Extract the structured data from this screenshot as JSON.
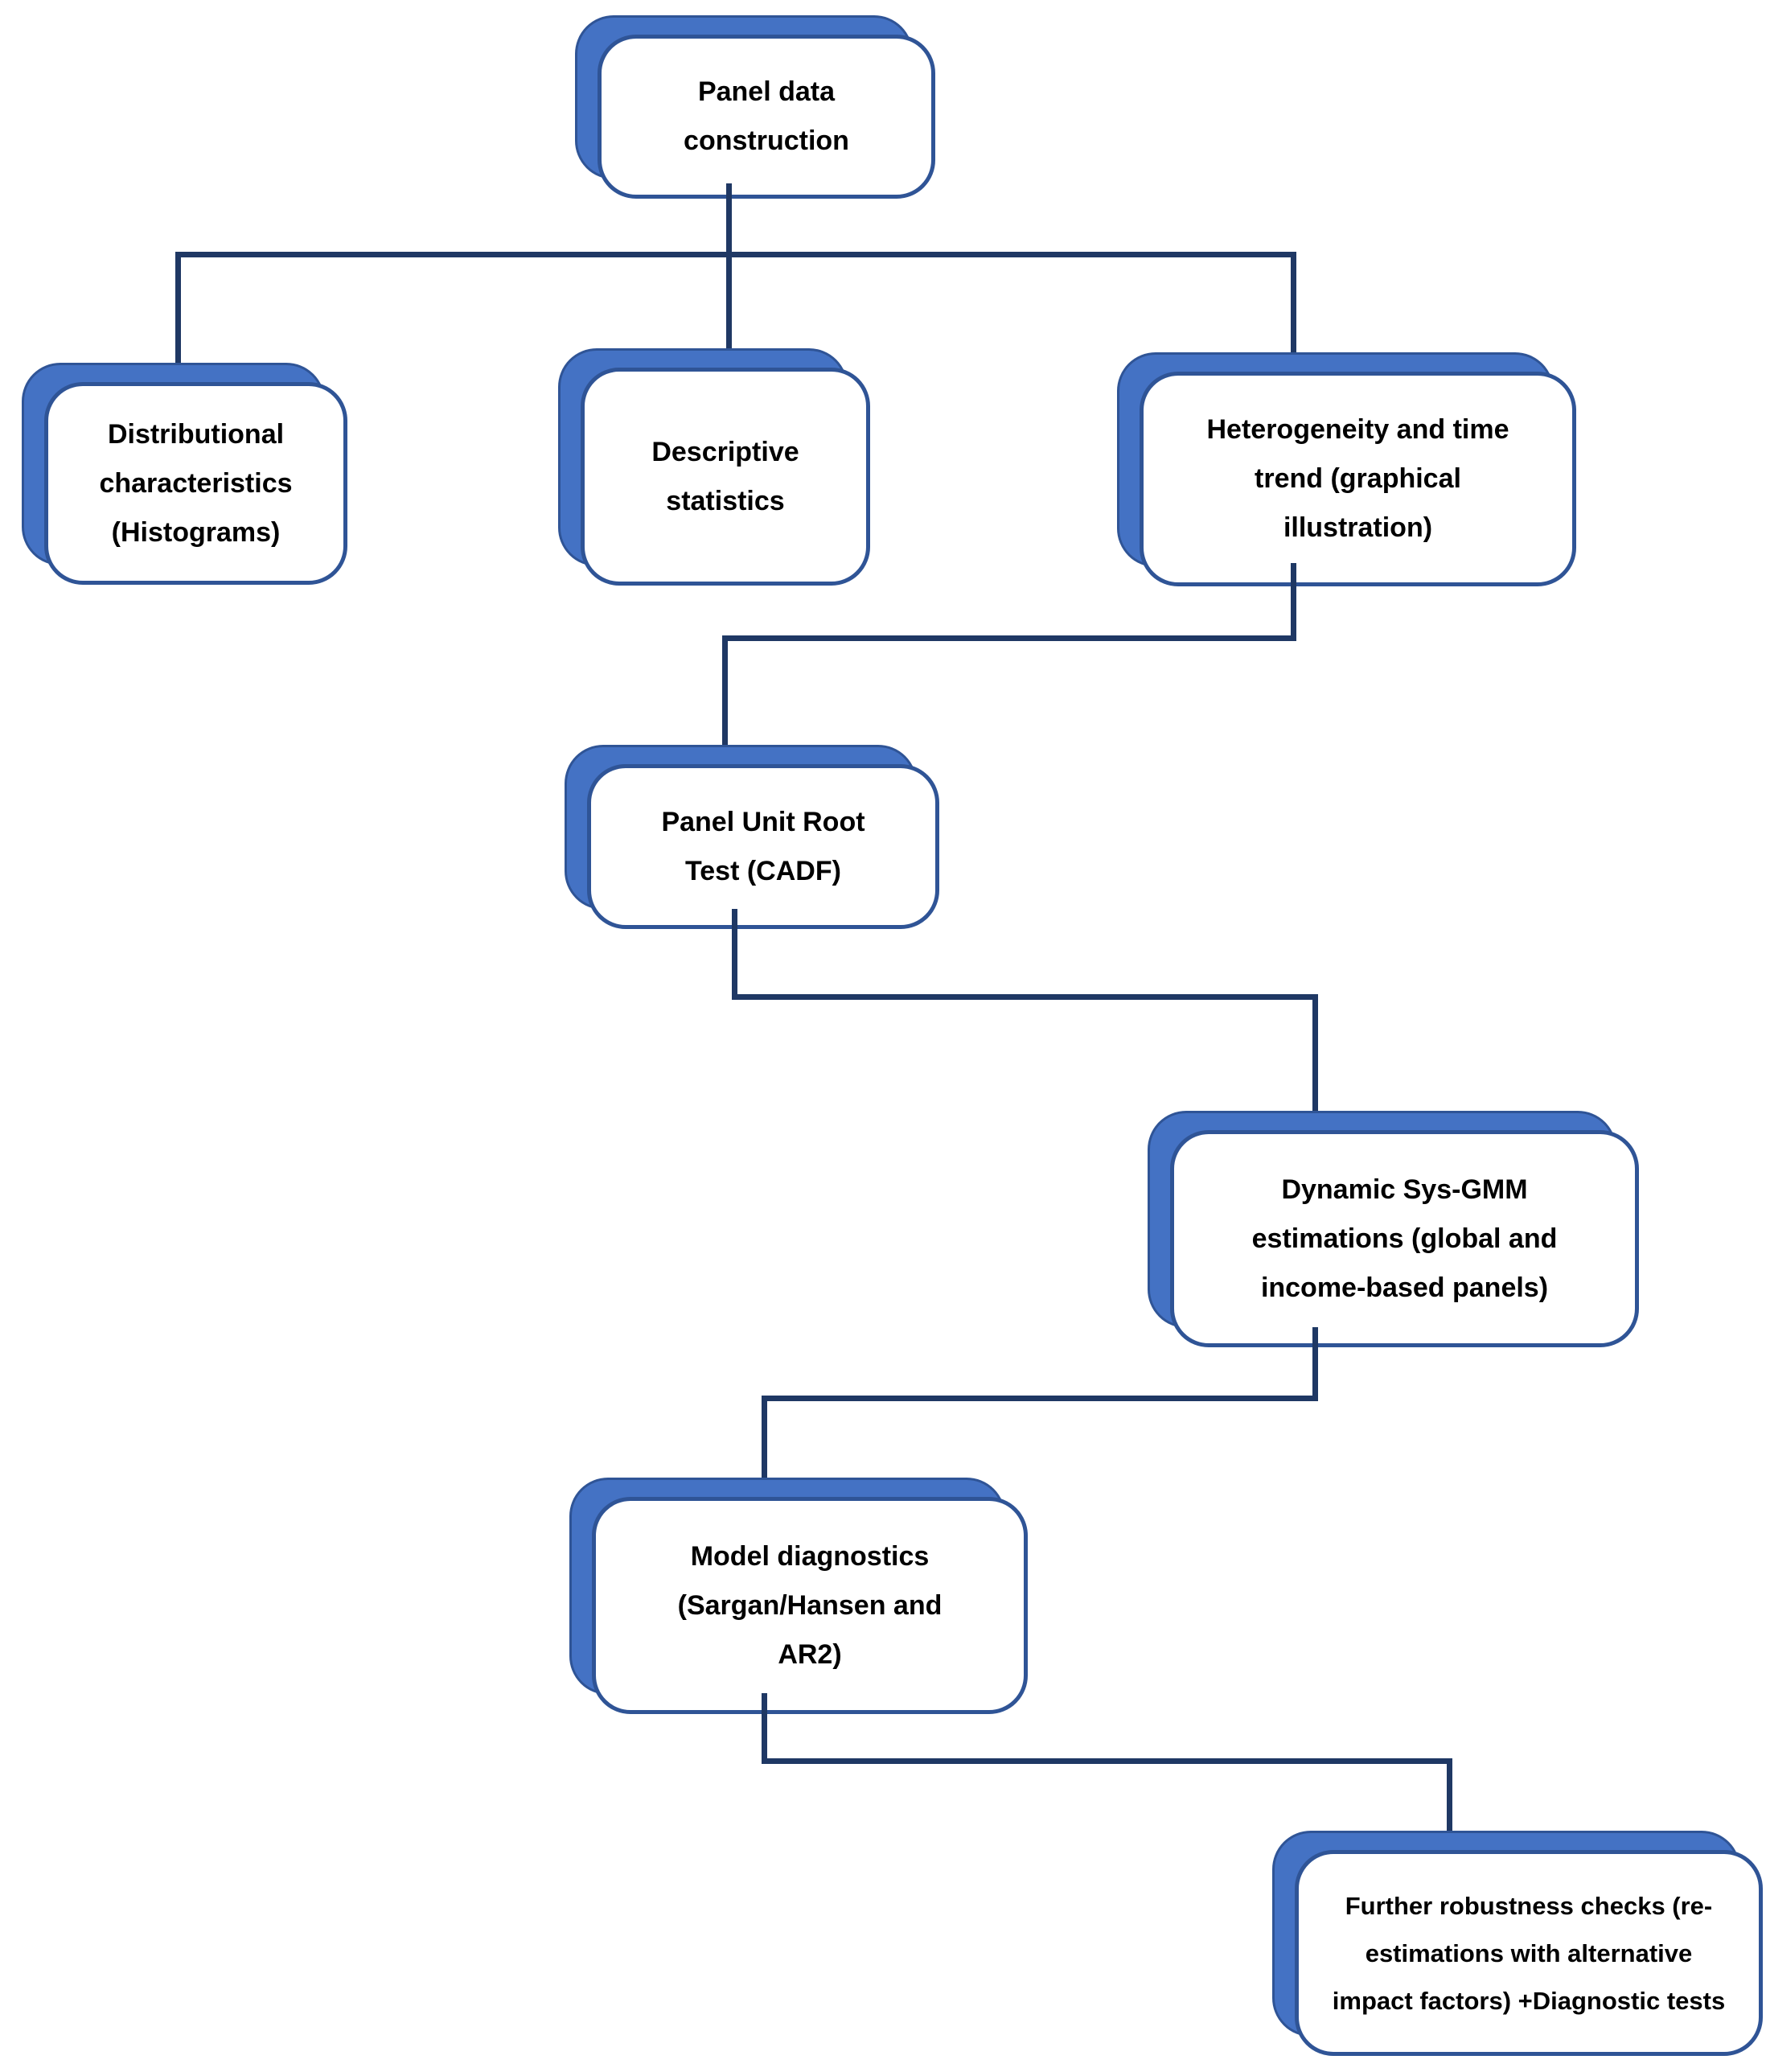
{
  "diagram": {
    "type": "flowchart",
    "background": "#FFFFFF",
    "colors": {
      "node_fill": "#FFFFFF",
      "node_border": "#2F5496",
      "shadow_fill": "#4472C4",
      "connector": "#1F3864",
      "text": "#000000"
    },
    "nodes": [
      {
        "id": "panel-data-construction",
        "label": "Panel data\nconstruction"
      },
      {
        "id": "distributional-characteristics",
        "label": "Distributional\ncharacteristics\n(Histograms)"
      },
      {
        "id": "descriptive-statistics",
        "label": "Descriptive\nstatistics"
      },
      {
        "id": "heterogeneity-time-trend",
        "label": "Heterogeneity and time\ntrend (graphical\nillustration)"
      },
      {
        "id": "panel-unit-root-test",
        "label": "Panel Unit Root\nTest (CADF)"
      },
      {
        "id": "dynamic-sys-gmm",
        "label": "Dynamic Sys-GMM\nestimations (global and\nincome-based panels)"
      },
      {
        "id": "model-diagnostics",
        "label": "Model diagnostics\n(Sargan/Hansen and\nAR2)"
      },
      {
        "id": "further-robustness-checks",
        "label": "Further robustness checks (re-\nestimations with alternative\nimpact factors) +Diagnostic tests"
      }
    ],
    "edges": [
      {
        "from": "panel-data-construction",
        "to": "distributional-characteristics"
      },
      {
        "from": "panel-data-construction",
        "to": "descriptive-statistics"
      },
      {
        "from": "panel-data-construction",
        "to": "heterogeneity-time-trend"
      },
      {
        "from": "heterogeneity-time-trend",
        "to": "panel-unit-root-test"
      },
      {
        "from": "panel-unit-root-test",
        "to": "dynamic-sys-gmm"
      },
      {
        "from": "dynamic-sys-gmm",
        "to": "model-diagnostics"
      },
      {
        "from": "model-diagnostics",
        "to": "further-robustness-checks"
      }
    ]
  }
}
